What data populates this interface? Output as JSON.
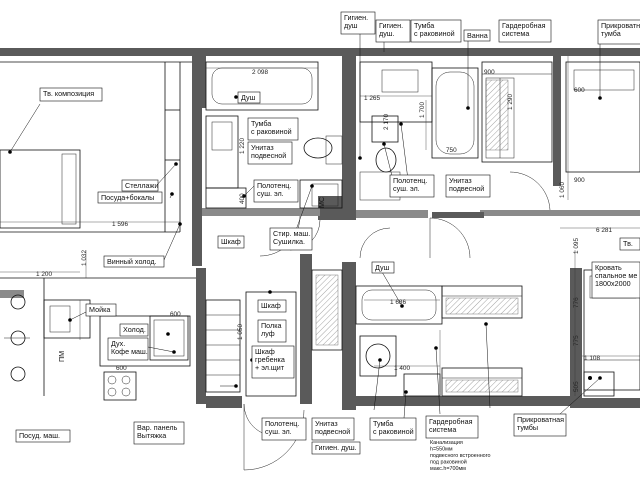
{
  "labels": {
    "tv_composition": "Тв. композиция",
    "wc_shower": "Гигиен.\nдуш",
    "wc_shower2": "Гигиен.\nдуш.",
    "cabinet_sink": "Тумба\nс раковиной",
    "bath": "Ванна",
    "wardrobe": "Гардеробная\nсистема",
    "bedside": "Прикроватная\nтумба",
    "shower": "Душ",
    "cabinet_sink2": "Тумба\nс раковиной",
    "toilet_hung": "Унитаз\nподвесной",
    "shelves": "Стеллажи",
    "dishes": "Посуда+бокалы",
    "towel_dryer": "Полотенц.\nсуш. эл.",
    "towel_dryer2": "Полотенц.\nсуш. эл.",
    "toilet_hung2": "Унитаз\nподвесной",
    "wine_fridge": "Винный холод.",
    "cabinet": "Шкаф",
    "washer_dryer": "Стир. маш.\nСушилка.",
    "mc": "МС",
    "tv": "Тв.",
    "bed": "Кровать\nспальное ме\n1800х2000",
    "shower2": "Душ",
    "sink_kitchen": "Мойка",
    "cabinet2": "Шкаф",
    "shelf": "Полка\nлуф",
    "fridge": "Холод.",
    "dishwasher_coffee": "Дух.\nКофе маш.",
    "cabinet_comb": "Шкаф\nгребенка\n+ эл.щит",
    "dish_machine": "Посуд. маш.",
    "hob_hood": "Вар. панель\nВытяжка",
    "towel_dryer3": "Полотенц.\nсуш. эл.",
    "toilet_hung3": "Унитаз\nподвесной",
    "wc_shower3": "Гигиен. душ.",
    "cabinet_sink3": "Тумба\nс раковиной",
    "wardrobe2": "Гардеробная\nсистема",
    "bedside2": "Прикроватная\nтумбы",
    "note": "Канализация\nh=550мм\nподвесного встроенного\nпод раковиной\nмакс.h=700мм",
    "pm": "ПМ"
  },
  "dims": {
    "d2096": "2 098",
    "d1265": "1 265",
    "d1700": "1 700",
    "d750": "750",
    "d900a": "900",
    "d600": "600",
    "d900b": "900",
    "d1596": "1 596",
    "d1200": "1 200",
    "d1032": "1 032",
    "d6281": "6 281",
    "d1095": "1 095",
    "d1060": "1 060",
    "d1686": "1 686",
    "d1400": "1 400",
    "d1108": "1 108",
    "d600b": "600",
    "d600c": "600",
    "d775": "776",
    "d770": "775",
    "d505": "505",
    "d1050": "1 050",
    "d400": "400",
    "d1220": "1 220",
    "d2170": "2 170",
    "d1290": "1 290"
  }
}
